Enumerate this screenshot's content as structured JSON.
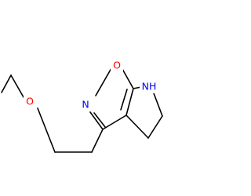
{
  "molecule": {
    "atoms": {
      "ring_o": "O",
      "ring_n": "N",
      "nh": "NH",
      "ether_o": "O"
    }
  },
  "colors": {
    "bond": "#000000",
    "oxygen": "#ff0000",
    "nitrogen": "#0000ff",
    "background": "#ffffff"
  }
}
